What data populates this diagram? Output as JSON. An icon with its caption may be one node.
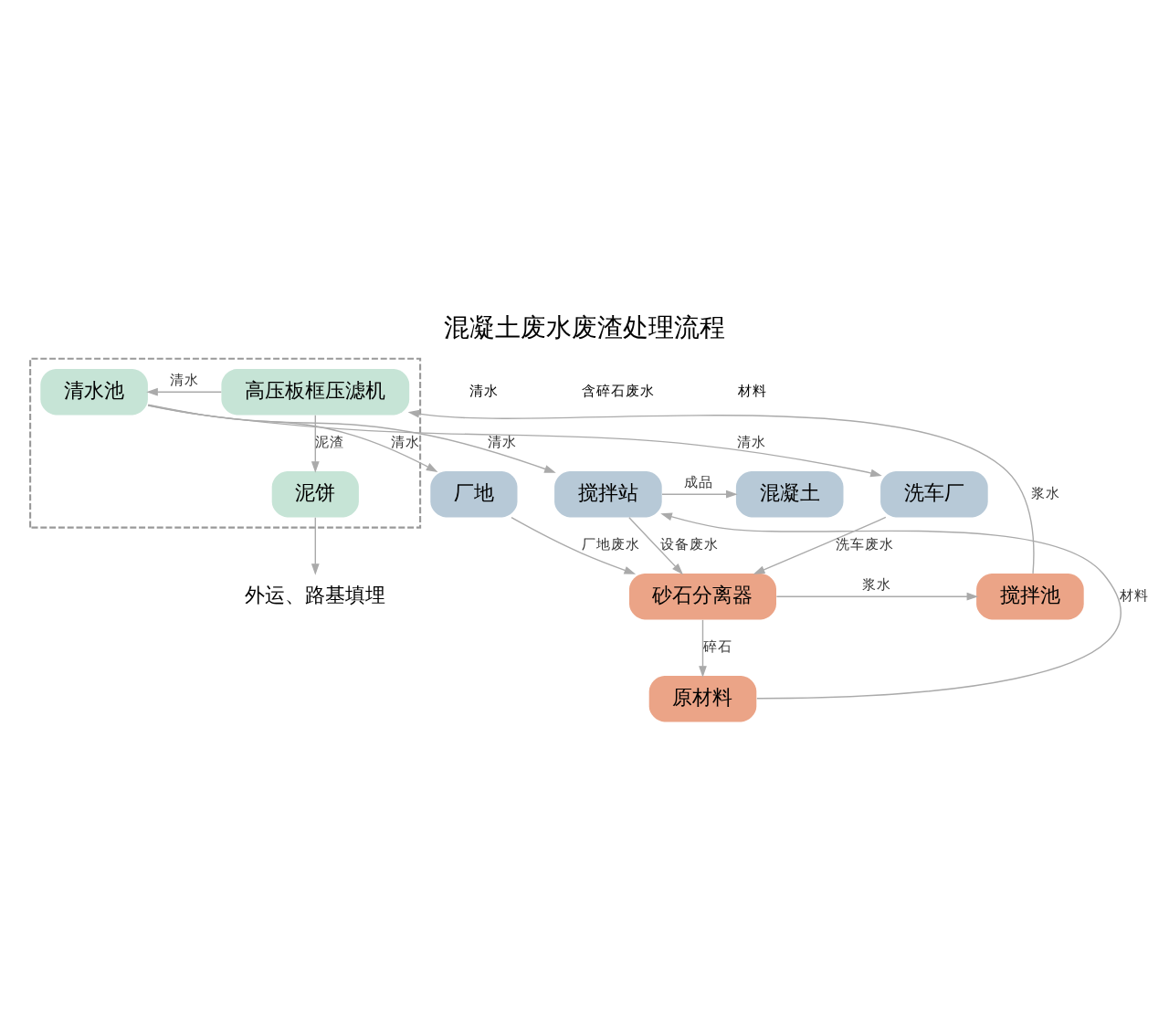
{
  "diagram": {
    "title": "混凝土废水废渣处理流程",
    "nodes": [
      {
        "text": [],
        "shape": "box"
      },
      {
        "text": [
          "洗车厂"
        ]
      },
      {
        "text": [
          "厂地"
        ]
      },
      {
        "text": [
          "搅拌站"
        ]
      },
      {
        "text": [
          "混凝土"
        ]
      },
      {
        "text": [
          "清水池"
        ],
        "in": 0
      },
      {
        "text": [
          "高压板框压滤机"
        ],
        "in": 0
      },
      {
        "text": [
          "搅拌池"
        ]
      },
      {
        "text": [
          "砂石分离器"
        ]
      },
      {
        "text": [
          "泥饼"
        ],
        "in": 0
      },
      {
        "text": [
          "原材料"
        ]
      },
      {
        "text": [
          "外运、路基填埋"
        ]
      }
    ],
    "edges": [
      {
        "from": 5,
        "to": 1,
        "arrow": "to",
        "label": "清水"
      },
      {
        "from": 5,
        "to": 2,
        "arrow": "to",
        "label": "清水"
      },
      {
        "from": 5,
        "to": 3,
        "arrow": "to",
        "label": "清水"
      },
      {
        "from": 3,
        "to": 4,
        "arrow": "to",
        "label": "成品"
      },
      {
        "from": 1,
        "to": 8,
        "arrow": "to",
        "label": "洗车废水"
      },
      {
        "from": 2,
        "to": 8,
        "arrow": "to",
        "label": "厂地废水"
      },
      {
        "from": 3,
        "to": 8,
        "arrow": "to",
        "label": "设备废水"
      },
      {
        "from": 8,
        "to": 7,
        "arrow": "to",
        "label": "浆水"
      },
      {
        "from": 7,
        "to": 6,
        "arrow": "to",
        "label": "浆水"
      },
      {
        "from": 6,
        "to": 5,
        "arrow": "to",
        "label": "清水"
      },
      {
        "from": 6,
        "to": 9,
        "arrow": "to",
        "label": "泥渣"
      },
      {
        "from": 9,
        "to": 11,
        "arrow": "to"
      },
      {
        "from": 8,
        "to": 10,
        "arrow": "to",
        "label": "碎石"
      },
      {
        "from": 10,
        "to": 3,
        "arrow": "to",
        "label": "材料"
      }
    ],
    "labels": [
      "清水",
      "含碎石废水",
      "材料"
    ]
  }
}
